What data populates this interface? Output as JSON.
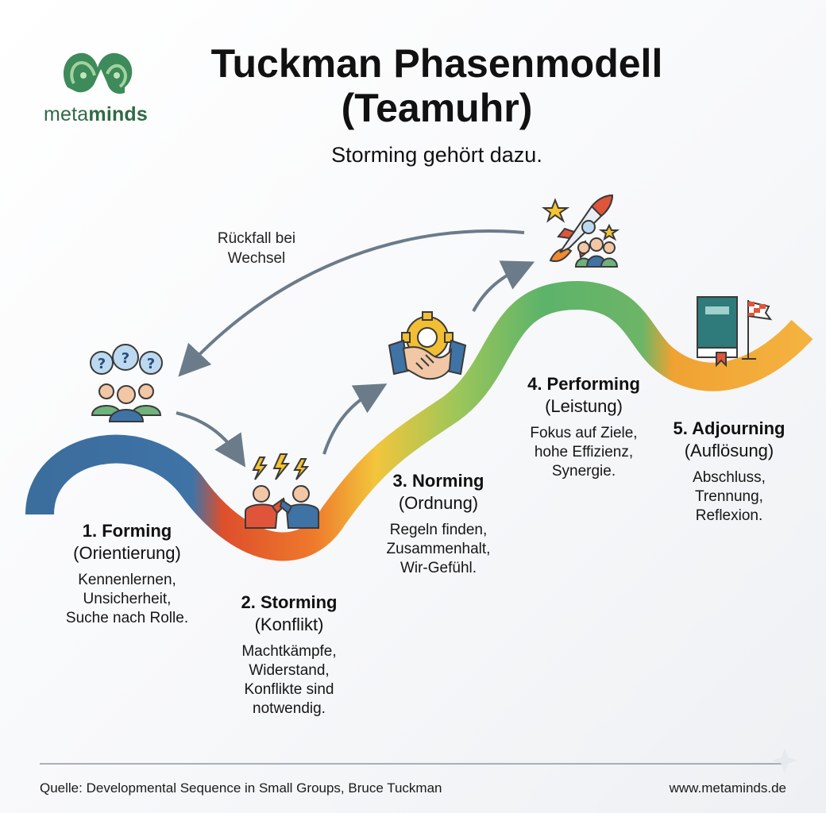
{
  "brand": {
    "name_light": "meta",
    "name_bold": "minds",
    "colors": {
      "green_dark": "#2f6b45",
      "green_light": "#6fb27c"
    }
  },
  "header": {
    "title_line1": "Tuckman Phasenmodell",
    "title_line2": "(Teamuhr)",
    "subtitle": "Storming gehört dazu."
  },
  "relapse_note": {
    "line1": "Rückfall bei",
    "line2": "Wechsel"
  },
  "phases": [
    {
      "title": "1. Forming",
      "subtitle": "(Orientierung)",
      "desc": [
        "Kennenlernen,",
        "Unsicherheit,",
        "Suche nach Rolle."
      ],
      "color": "#3f73a6",
      "icon": "confused-team-icon"
    },
    {
      "title": "2. Storming",
      "subtitle": "(Konflikt)",
      "desc": [
        "Machtkämpfe,",
        "Widerstand,",
        "Konflikte sind",
        "notwendig."
      ],
      "color": "#e2502b",
      "icon": "conflict-icon"
    },
    {
      "title": "3. Norming",
      "subtitle": "(Ordnung)",
      "desc": [
        "Regeln finden,",
        "Zusammenhalt,",
        "Wir-Gefühl."
      ],
      "color": "#f0c03a",
      "icon": "handshake-gear-icon"
    },
    {
      "title": "4. Performing",
      "subtitle": "(Leistung)",
      "desc": [
        "Fokus auf Ziele,",
        "hohe Effizienz,",
        "Synergie."
      ],
      "color": "#5db36a",
      "icon": "rocket-team-icon"
    },
    {
      "title": "5. Adjourning",
      "subtitle": "(Auflösung)",
      "desc": [
        "Abschluss,",
        "Trennung,",
        "Reflexion."
      ],
      "color": "#f2a634",
      "icon": "book-flag-icon"
    }
  ],
  "footer": {
    "source": "Quelle: Developmental Sequence in Small Groups, Bruce Tuckman",
    "url": "www.metaminds.de"
  }
}
